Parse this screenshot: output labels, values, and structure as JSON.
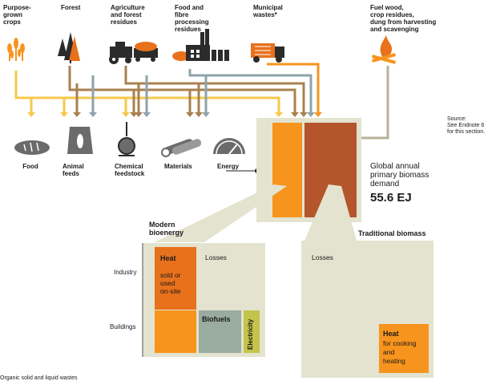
{
  "sources": [
    {
      "label": "Purpose-\ngrown\ncrops",
      "icon": "wheat-icon"
    },
    {
      "label": "Forest",
      "icon": "tree-icon"
    },
    {
      "label": "Agriculture\nand forest\nresidues",
      "icon": "tractor-icon"
    },
    {
      "label": "Food and\nfibre\nprocessing\nresidues",
      "icon": "factory-icon"
    },
    {
      "label": "Municipal\nwastes*",
      "icon": "garbage-truck-icon"
    },
    {
      "label": "Fuel wood,\ncrop residues,\ndung from harvesting\nand scavenging",
      "icon": "fire-icon"
    }
  ],
  "uses": [
    {
      "label": "Food",
      "icon": "bread-icon"
    },
    {
      "label": "Animal\nfeeds",
      "icon": "feed-sack-icon"
    },
    {
      "label": "Chemical\nfeedstock",
      "icon": "flask-icon"
    },
    {
      "label": "Materials",
      "icon": "wood-logs-icon"
    },
    {
      "label": "Energy",
      "icon": "gauge-icon"
    }
  ],
  "source_note": "Source:\nSee Endnote 6\nfor this section.",
  "demand": {
    "label": "Global annual\nprimary biomass\ndemand",
    "value": "55.6 EJ"
  },
  "modern": {
    "title": "Modern\nbioenergy",
    "industry_label": "Industry",
    "buildings_label": "Buildings",
    "heat_title": "Heat",
    "heat_sub": "sold or\nused\non-site",
    "losses": "Losses",
    "biofuels": "Biofuels",
    "electricity": "Electricity"
  },
  "traditional": {
    "title": "Traditional biomass",
    "losses": "Losses",
    "heat_title": "Heat",
    "heat_sub": "for cooking\nand\nheating"
  },
  "footnote": "Organic solid and liquid wastes",
  "colors": {
    "orange": "#f7941d",
    "dark_orange": "#e8711c",
    "rust": "#b5552b",
    "panel": "#e3e3cf",
    "grey": "#9aab9f",
    "olive": "#c3c44a",
    "yellow_line": "#f6c94a",
    "brown_line": "#a88150",
    "blue_line": "#8ea3aa",
    "tan_line": "#b8b29a"
  }
}
